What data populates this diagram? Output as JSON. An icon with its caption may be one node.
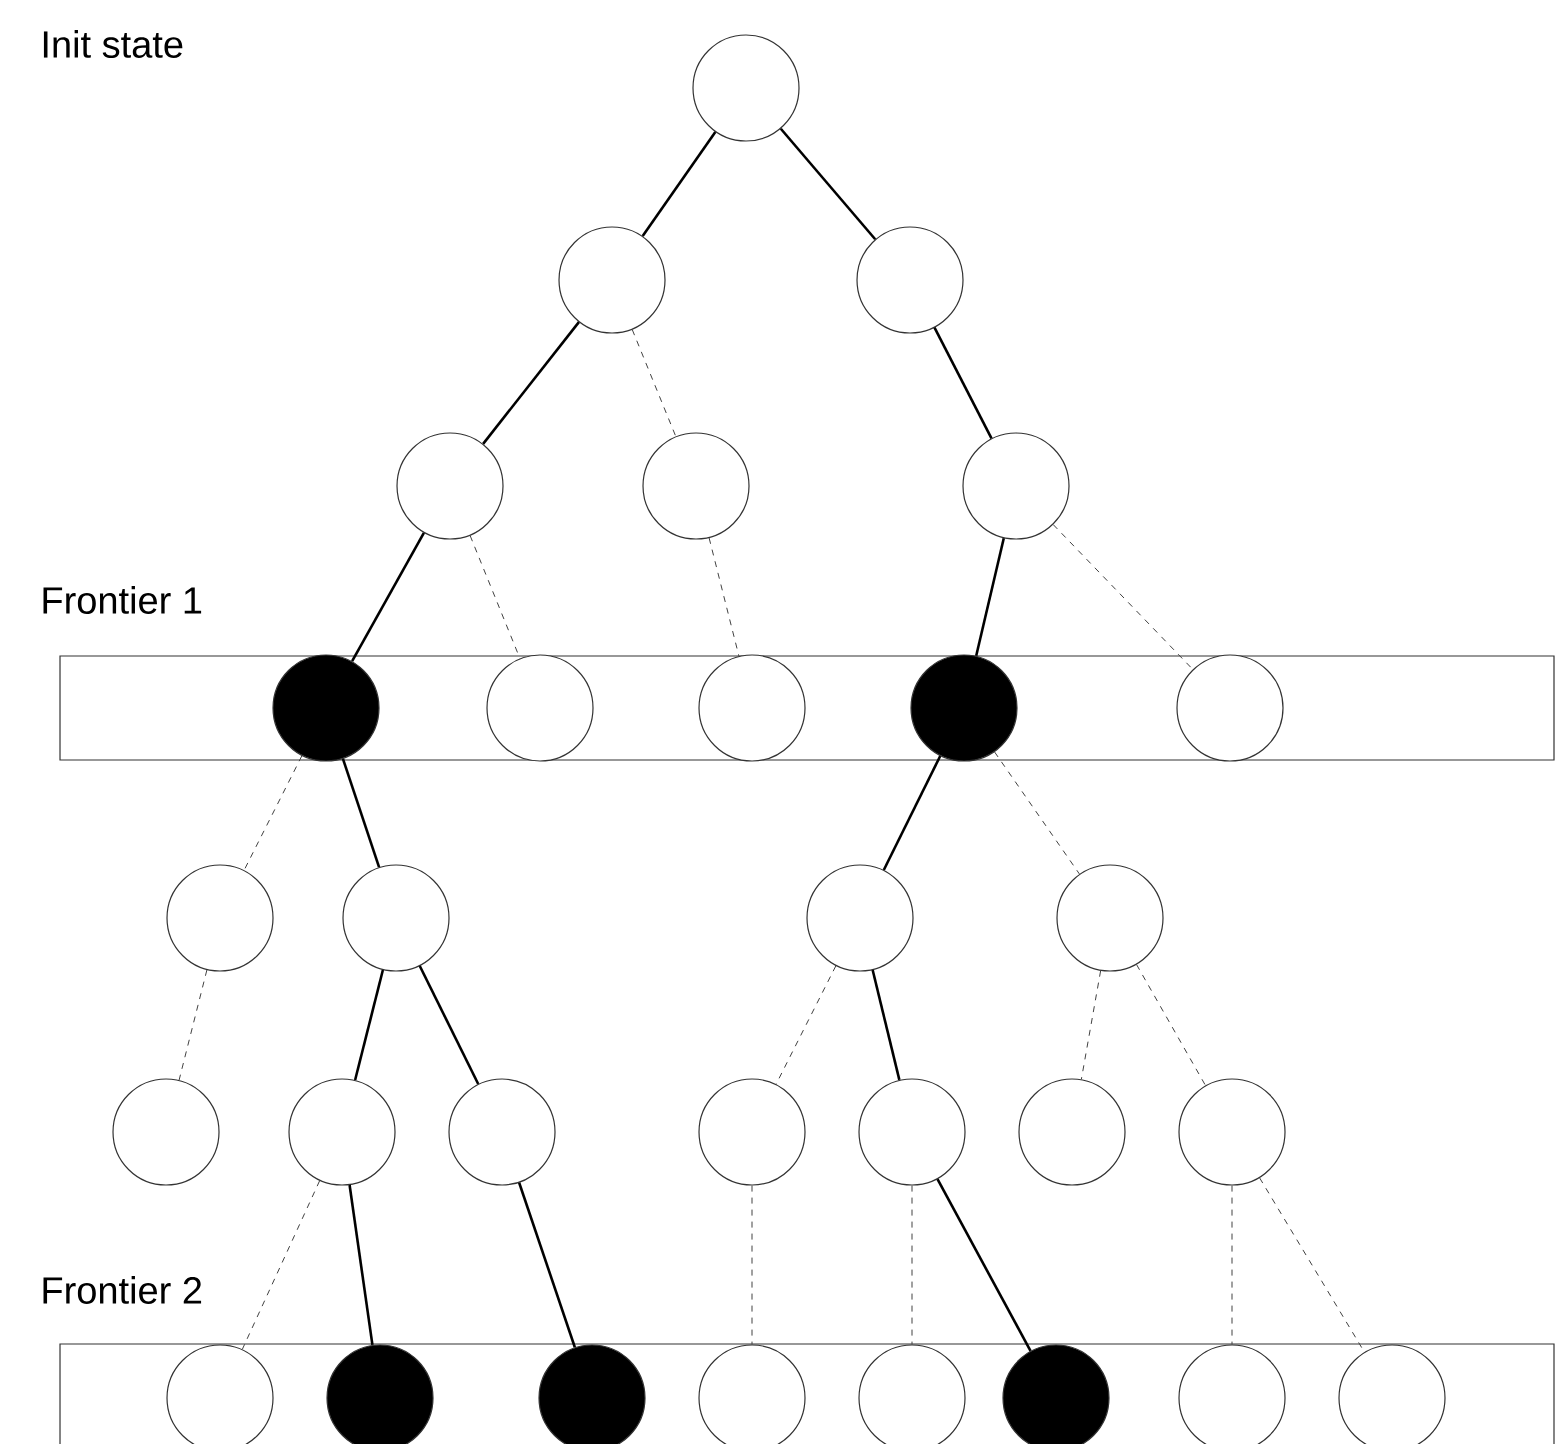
{
  "diagram": {
    "nodes": [
      {
        "text": [],
        "shape": "circle"
      },
      {
        "text": [],
        "shape": "circle"
      },
      {
        "text": [],
        "shape": "circle"
      },
      {
        "text": [],
        "shape": "circle"
      },
      {
        "text": [],
        "shape": "circle"
      },
      {
        "text": [],
        "shape": "circle"
      },
      {
        "text": [
          "Frontier 1"
        ]
      },
      {
        "text": [],
        "shape": "circle",
        "in": 6
      },
      {
        "text": [],
        "shape": "circle",
        "in": 6
      },
      {
        "text": [],
        "shape": "circle",
        "in": 6
      },
      {
        "text": [],
        "shape": "circle",
        "in": 6
      },
      {
        "text": [],
        "shape": "circle",
        "in": 6
      },
      {
        "text": [],
        "shape": "circle"
      },
      {
        "text": [],
        "shape": "circle"
      },
      {
        "text": [],
        "shape": "circle"
      },
      {
        "text": [],
        "shape": "circle"
      },
      {
        "text": [],
        "shape": "circle"
      },
      {
        "text": [],
        "shape": "circle"
      },
      {
        "text": [],
        "shape": "circle"
      },
      {
        "text": [],
        "shape": "circle"
      },
      {
        "text": [],
        "shape": "circle"
      },
      {
        "text": [],
        "shape": "circle"
      },
      {
        "text": [],
        "shape": "circle"
      },
      {
        "text": [
          "Frontier 2"
        ]
      },
      {
        "text": [],
        "shape": "circle",
        "in": 23
      },
      {
        "text": [],
        "shape": "circle",
        "in": 23
      },
      {
        "text": [],
        "shape": "circle",
        "in": 23
      },
      {
        "text": [],
        "shape": "circle",
        "in": 23
      },
      {
        "text": [],
        "shape": "circle",
        "in": 23
      },
      {
        "text": [],
        "shape": "circle",
        "in": 23
      },
      {
        "text": [],
        "shape": "circle",
        "in": 23
      },
      {
        "text": [],
        "shape": "circle",
        "in": 23
      }
    ],
    "edges": [
      {
        "from": 0,
        "to": 1,
        "arrow": "none"
      },
      {
        "from": 0,
        "to": 2,
        "arrow": "none"
      },
      {
        "from": 1,
        "to": 3,
        "arrow": "none"
      },
      {
        "from": 1,
        "to": 4,
        "arrow": "none",
        "style": "dashed"
      },
      {
        "from": 2,
        "to": 5,
        "arrow": "none"
      },
      {
        "from": 3,
        "to": 7,
        "arrow": "none"
      },
      {
        "from": 3,
        "to": 8,
        "arrow": "none",
        "style": "dashed"
      },
      {
        "from": 4,
        "to": 9,
        "arrow": "none",
        "style": "dashed"
      },
      {
        "from": 5,
        "to": 10,
        "arrow": "none"
      },
      {
        "from": 5,
        "to": 11,
        "arrow": "none",
        "style": "dashed"
      },
      {
        "from": 7,
        "to": 12,
        "arrow": "none",
        "style": "dashed"
      },
      {
        "from": 7,
        "to": 13,
        "arrow": "none"
      },
      {
        "from": 10,
        "to": 14,
        "arrow": "none"
      },
      {
        "from": 10,
        "to": 15,
        "arrow": "none",
        "style": "dashed"
      },
      {
        "from": 12,
        "to": 16,
        "arrow": "none",
        "style": "dashed"
      },
      {
        "from": 13,
        "to": 17,
        "arrow": "none"
      },
      {
        "from": 13,
        "to": 18,
        "arrow": "none"
      },
      {
        "from": 14,
        "to": 19,
        "arrow": "none",
        "style": "dashed"
      },
      {
        "from": 14,
        "to": 20,
        "arrow": "none"
      },
      {
        "from": 15,
        "to": 21,
        "arrow": "none",
        "style": "dashed"
      },
      {
        "from": 15,
        "to": 22,
        "arrow": "none",
        "style": "dashed"
      },
      {
        "from": 17,
        "to": 24,
        "arrow": "none",
        "style": "dashed"
      },
      {
        "from": 17,
        "to": 25,
        "arrow": "none"
      },
      {
        "from": 18,
        "to": 26,
        "arrow": "none"
      },
      {
        "from": 19,
        "to": 27,
        "arrow": "none",
        "style": "dashed"
      },
      {
        "from": 20,
        "to": 28,
        "arrow": "none",
        "style": "dashed"
      },
      {
        "from": 20,
        "to": 29,
        "arrow": "none"
      },
      {
        "from": 22,
        "to": 30,
        "arrow": "none",
        "style": "dashed"
      },
      {
        "from": 22,
        "to": 31,
        "arrow": "none",
        "style": "dashed"
      }
    ],
    "labels": [
      "Init state"
    ]
  }
}
